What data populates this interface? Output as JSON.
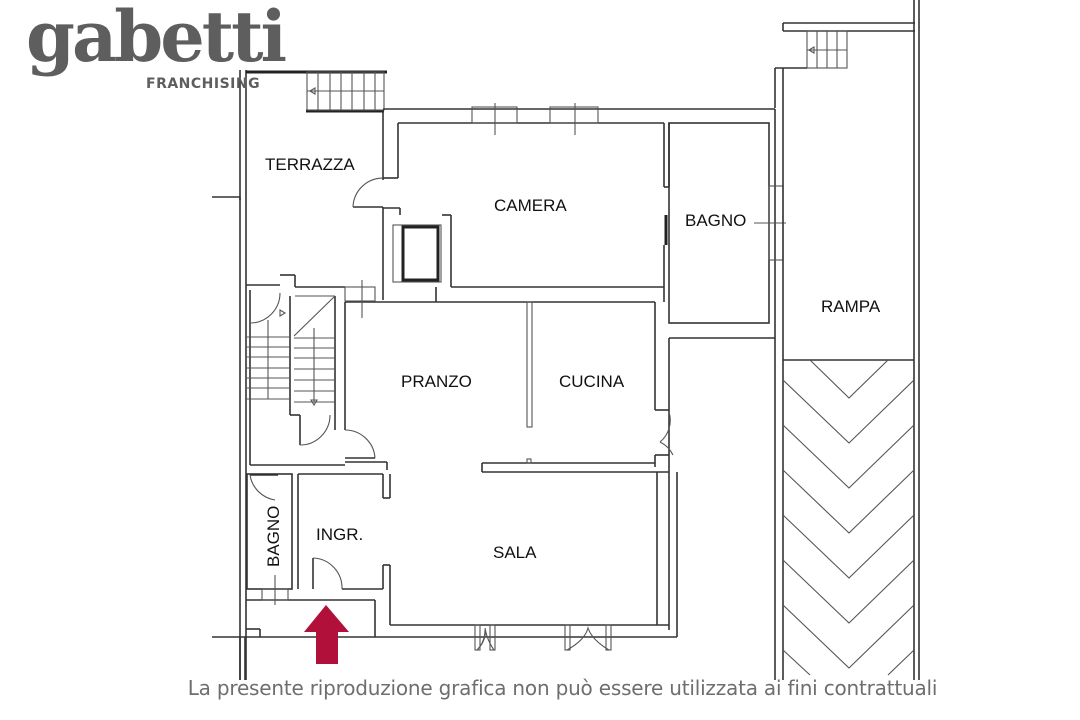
{
  "brand": {
    "logo_word": "gabetti",
    "logo_sub": "FRANCHISING",
    "logo_color": "#5e5e5e"
  },
  "floorplan": {
    "rooms": [
      {
        "id": "terrazza",
        "label": "TERRAZZA"
      },
      {
        "id": "camera",
        "label": "CAMERA"
      },
      {
        "id": "bagno-upper",
        "label": "BAGNO"
      },
      {
        "id": "rampa",
        "label": "RAMPA"
      },
      {
        "id": "pranzo",
        "label": "PRANZO"
      },
      {
        "id": "cucina",
        "label": "CUCINA"
      },
      {
        "id": "bagno-lower",
        "label": "BAGNO"
      },
      {
        "id": "ingresso",
        "label": "INGR."
      },
      {
        "id": "sala",
        "label": "SALA"
      }
    ],
    "entrance_arrow_color": "#b0103a",
    "wall_color": "#333333"
  },
  "disclaimer": "La presente riproduzione grafica non può essere utilizzata ai fini contrattuali"
}
